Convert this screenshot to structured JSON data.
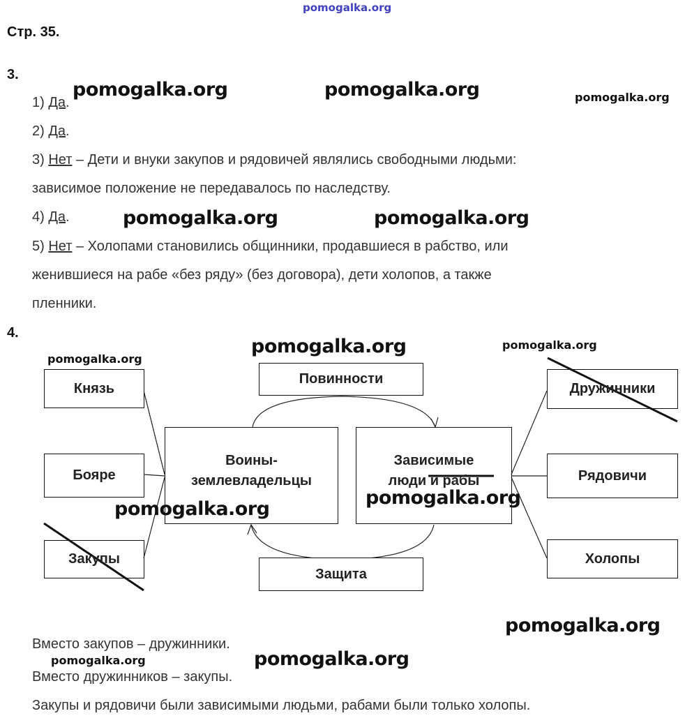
{
  "watermark_top": "pomogalka.org",
  "page_ref": "Стр. 35.",
  "task3": {
    "number": "3.",
    "items": [
      {
        "prefix": "1) ",
        "answer": "Да",
        "rest": "."
      },
      {
        "prefix": "2) ",
        "answer": "Да",
        "rest": "."
      },
      {
        "prefix": "3) ",
        "answer": "Нет",
        "rest": " – Дети и внуки закупов и рядовичей являлись свободными людьми:"
      },
      {
        "prefix": "",
        "answer": "",
        "rest": "зависимое положение не передавалось по наследству."
      },
      {
        "prefix": "4) ",
        "answer": "Да",
        "rest": "."
      },
      {
        "prefix": "5) ",
        "answer": "Нет",
        "rest": " – Холопами становились общинники, продавшиеся в рабство, или"
      },
      {
        "prefix": "",
        "answer": "",
        "rest": "женившиеся на рабе «без ряду» (без договора), дети холопов, а также"
      },
      {
        "prefix": "",
        "answer": "",
        "rest": "пленники."
      }
    ]
  },
  "task4": {
    "number": "4.",
    "diagram": {
      "left_boxes": [
        "Князь",
        "Бояре",
        "Закупы"
      ],
      "center_left": [
        "Воины-",
        "землевладельцы"
      ],
      "center_right": [
        "Зависимые",
        "люди и рабы"
      ],
      "top_box": "Повинности",
      "bottom_box": "Защита",
      "right_boxes": [
        "Дружинники",
        "Рядовичи",
        "Холопы"
      ]
    },
    "notes": [
      "Вместо закупов – дружинники.",
      "Вместо дружинников – закупы.",
      "Закупы и рядовичи были зависимыми людьми, рабами были только холопы."
    ]
  },
  "watermarks": {
    "big": "pomogalka.org",
    "small": "pomogalka.org"
  }
}
